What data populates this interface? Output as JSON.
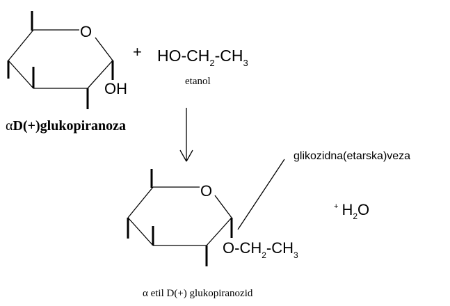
{
  "reactant": {
    "ring_oxygen": "O",
    "hydroxyl": "OH",
    "name_prefix": "α",
    "name": "D(+)glukopiranoza"
  },
  "plus_sign": "+",
  "reagent": {
    "formula_part1": "HO-CH",
    "formula_sub1": "2",
    "formula_part2": "-CH",
    "formula_sub2": "3",
    "name": "etanol"
  },
  "product": {
    "ring_oxygen": "O",
    "substituent_part1": "O-CH",
    "substituent_sub1": "2",
    "substituent_part2": "-CH",
    "substituent_sub2": "3",
    "name_prefix": "α",
    "name": " etil D(+) glukopiranozid"
  },
  "bond_label": "glikozidna(etarska)veza",
  "byproduct": {
    "plus": "+",
    "part1": "H",
    "sub": "2",
    "part2": "O"
  }
}
